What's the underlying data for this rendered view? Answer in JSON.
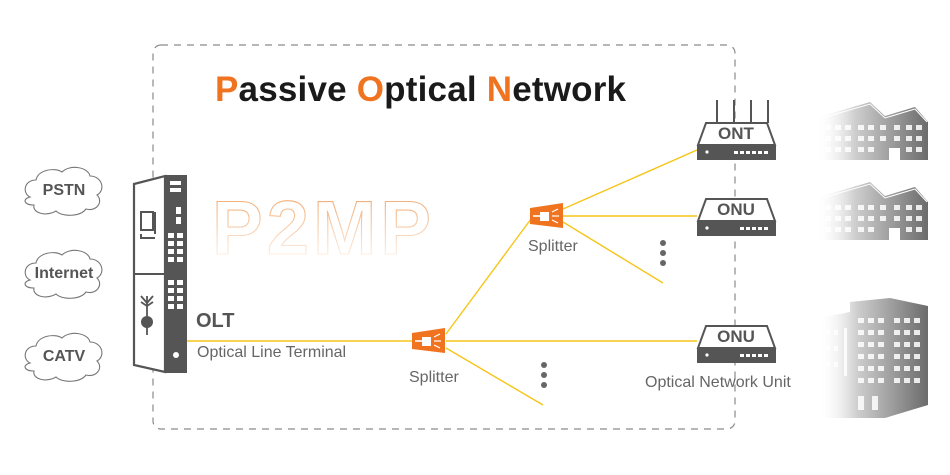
{
  "title": {
    "word1_initial": "P",
    "word1_rest": "assive ",
    "word2_initial": "O",
    "word2_rest": "ptical ",
    "word3_initial": "N",
    "word3_rest": "etwork"
  },
  "watermark": "P2MP",
  "services": [
    {
      "label": "PSTN"
    },
    {
      "label": "Internet"
    },
    {
      "label": "CATV"
    }
  ],
  "olt": {
    "name": "OLT",
    "description": "Optical Line Terminal"
  },
  "splitters": [
    {
      "label": "Splitter"
    },
    {
      "label": "Splitter"
    }
  ],
  "endpoints": [
    {
      "label": "ONT"
    },
    {
      "label": "ONU"
    },
    {
      "label": "ONU"
    }
  ],
  "onu_description": "Optical Network Unit",
  "colors": {
    "accent": "#f07320",
    "fiber": "#f5c518",
    "device": "#555555",
    "boundary": "#888888"
  }
}
